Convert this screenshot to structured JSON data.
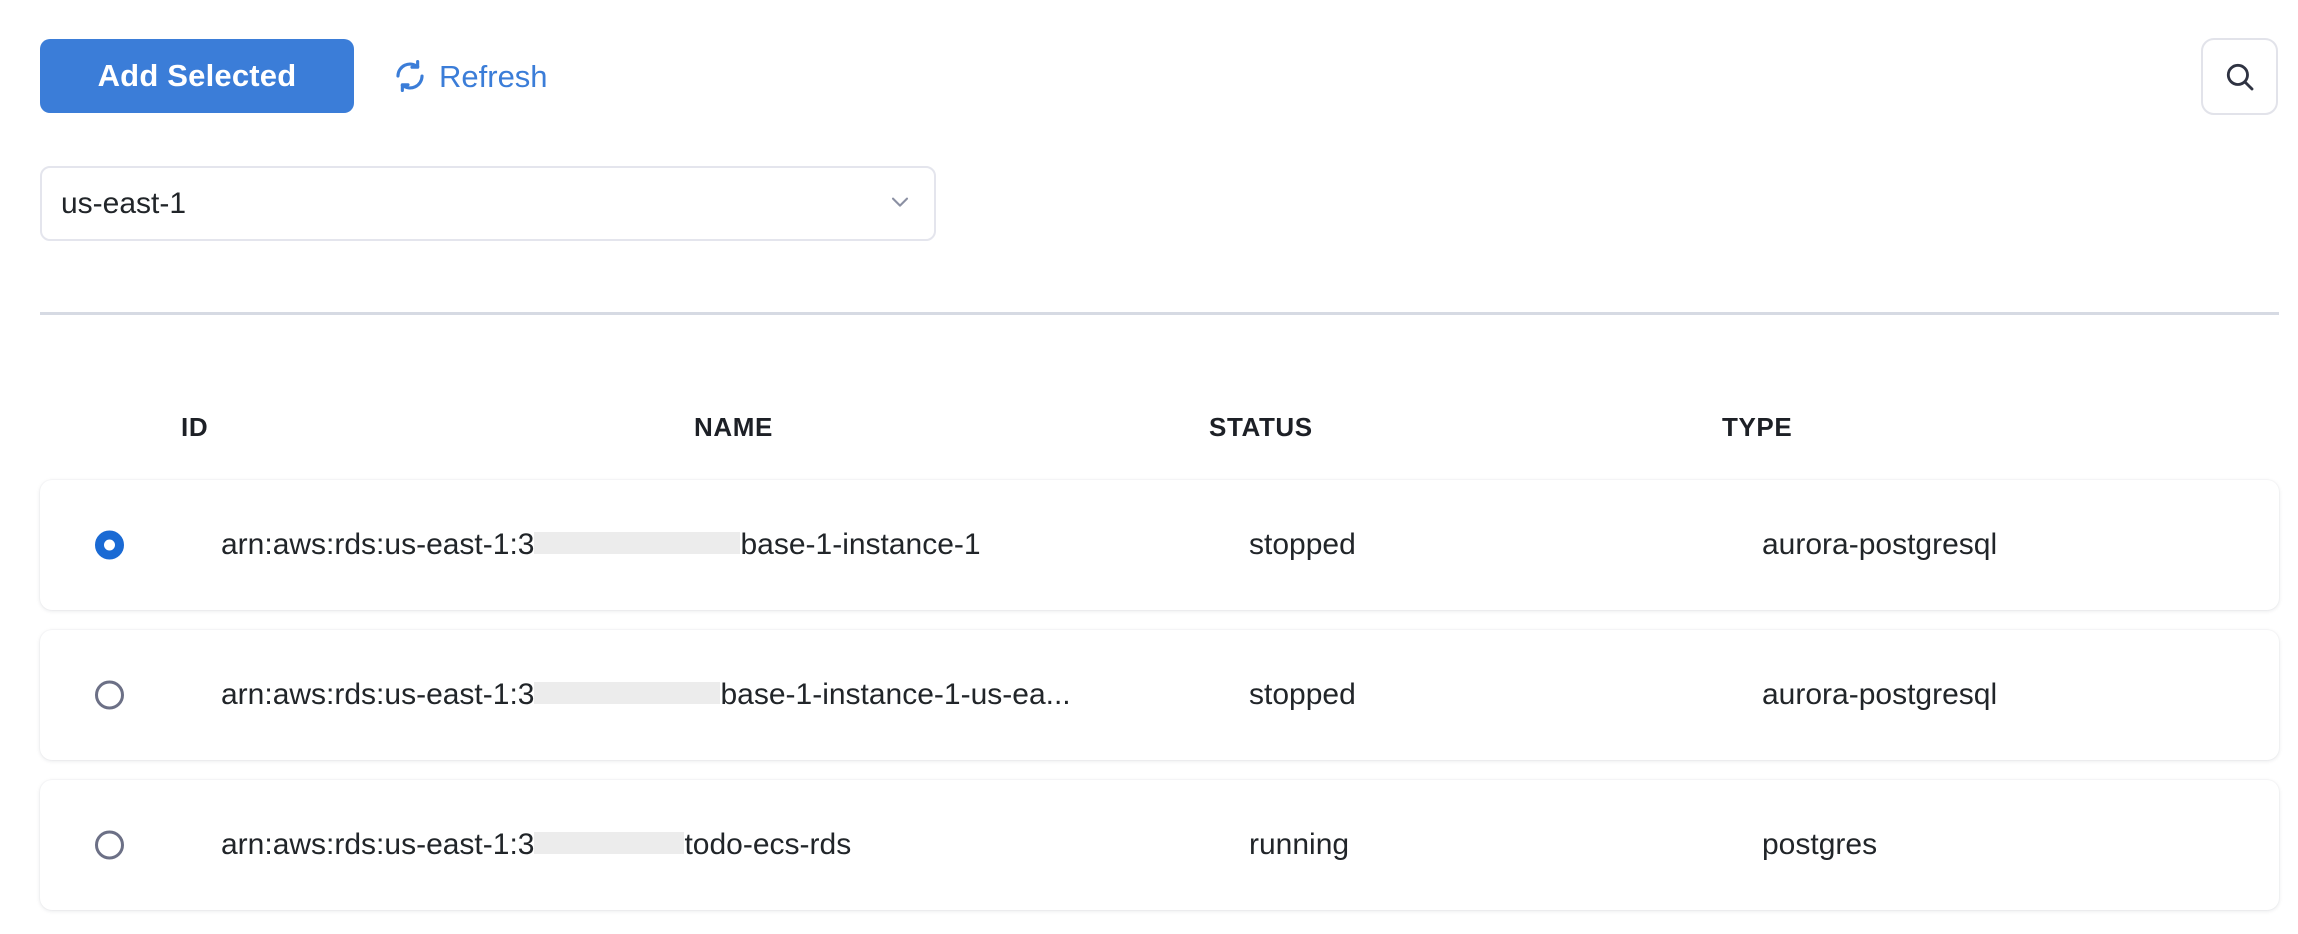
{
  "toolbar": {
    "add_selected_label": "Add Selected",
    "refresh_label": "Refresh",
    "refresh_icon": "refresh-icon",
    "search_icon": "search-icon",
    "primary_color": "#3b7dd8",
    "link_color": "#3b7dd8"
  },
  "region_filter": {
    "value": "us-east-1",
    "chevron_icon": "chevron-down-icon",
    "options": [
      "us-east-1"
    ]
  },
  "table": {
    "columns": [
      "ID",
      "NAME",
      "STATUS",
      "TYPE"
    ],
    "rows": [
      {
        "selected": true,
        "id_prefix": "arn:aws:rds:us-east-1:3",
        "id_redacted": true,
        "id_suffix": "base-1-instance-1",
        "name": "",
        "status": "stopped",
        "type": "aurora-postgresql"
      },
      {
        "selected": false,
        "id_prefix": "arn:aws:rds:us-east-1:3",
        "id_redacted": true,
        "id_suffix": "base-1-instance-1-us-ea...",
        "name": "",
        "status": "stopped",
        "type": "aurora-postgresql"
      },
      {
        "selected": false,
        "id_prefix": "arn:aws:rds:us-east-1:3",
        "id_redacted": true,
        "id_suffix": "todo-ecs-rds",
        "name": "",
        "status": "running",
        "type": "postgres"
      }
    ]
  }
}
